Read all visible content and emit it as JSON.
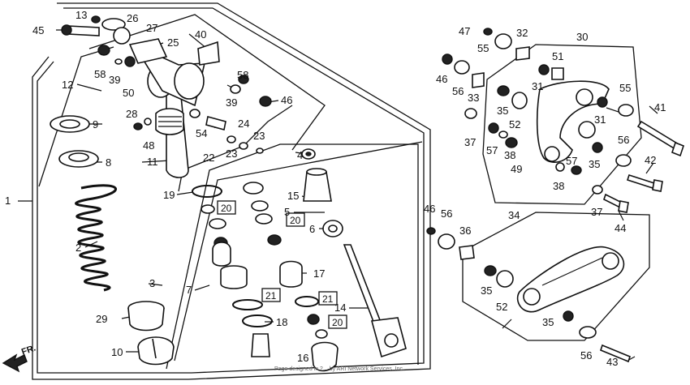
{
  "callouts": [
    {
      "id": "c1",
      "text": "1"
    },
    {
      "id": "c2",
      "text": "2"
    },
    {
      "id": "c3",
      "text": "3"
    },
    {
      "id": "c4",
      "text": "4"
    },
    {
      "id": "c5",
      "text": "5"
    },
    {
      "id": "c6",
      "text": "6"
    },
    {
      "id": "c7",
      "text": "7"
    },
    {
      "id": "c8",
      "text": "8"
    },
    {
      "id": "c9",
      "text": "9"
    },
    {
      "id": "c10",
      "text": "10"
    },
    {
      "id": "c11",
      "text": "11"
    },
    {
      "id": "c12",
      "text": "12"
    },
    {
      "id": "c13",
      "text": "13"
    },
    {
      "id": "c14",
      "text": "14"
    },
    {
      "id": "c15",
      "text": "15"
    },
    {
      "id": "c16",
      "text": "16"
    },
    {
      "id": "c17",
      "text": "17"
    },
    {
      "id": "c18",
      "text": "18"
    },
    {
      "id": "c19",
      "text": "19"
    },
    {
      "id": "c22",
      "text": "22"
    },
    {
      "id": "c23a",
      "text": "23"
    },
    {
      "id": "c23b",
      "text": "23"
    },
    {
      "id": "c24",
      "text": "24"
    },
    {
      "id": "c25",
      "text": "25"
    },
    {
      "id": "c26",
      "text": "26"
    },
    {
      "id": "c27",
      "text": "27"
    },
    {
      "id": "c28",
      "text": "28"
    },
    {
      "id": "c29",
      "text": "29"
    },
    {
      "id": "c30",
      "text": "30"
    },
    {
      "id": "c31a",
      "text": "31"
    },
    {
      "id": "c31b",
      "text": "31"
    },
    {
      "id": "c32",
      "text": "32"
    },
    {
      "id": "c33",
      "text": "33"
    },
    {
      "id": "c34",
      "text": "34"
    },
    {
      "id": "c35a",
      "text": "35"
    },
    {
      "id": "c35b",
      "text": "35"
    },
    {
      "id": "c35c",
      "text": "35"
    },
    {
      "id": "c35d",
      "text": "35"
    },
    {
      "id": "c36",
      "text": "36"
    },
    {
      "id": "c37a",
      "text": "37"
    },
    {
      "id": "c37b",
      "text": "37"
    },
    {
      "id": "c38a",
      "text": "38"
    },
    {
      "id": "c38b",
      "text": "38"
    },
    {
      "id": "c39a",
      "text": "39"
    },
    {
      "id": "c39b",
      "text": "39"
    },
    {
      "id": "c40",
      "text": "40"
    },
    {
      "id": "c41",
      "text": "41"
    },
    {
      "id": "c42",
      "text": "42"
    },
    {
      "id": "c43",
      "text": "43"
    },
    {
      "id": "c44",
      "text": "44"
    },
    {
      "id": "c45",
      "text": "45"
    },
    {
      "id": "c46a",
      "text": "46"
    },
    {
      "id": "c46b",
      "text": "46"
    },
    {
      "id": "c46c",
      "text": "46"
    },
    {
      "id": "c47",
      "text": "47"
    },
    {
      "id": "c48",
      "text": "48"
    },
    {
      "id": "c49",
      "text": "49"
    },
    {
      "id": "c50",
      "text": "50"
    },
    {
      "id": "c51",
      "text": "51"
    },
    {
      "id": "c52a",
      "text": "52"
    },
    {
      "id": "c52b",
      "text": "52"
    },
    {
      "id": "c54",
      "text": "54"
    },
    {
      "id": "c55a",
      "text": "55"
    },
    {
      "id": "c55b",
      "text": "55"
    },
    {
      "id": "c56a",
      "text": "56"
    },
    {
      "id": "c56b",
      "text": "56"
    },
    {
      "id": "c56c",
      "text": "56"
    },
    {
      "id": "c56d",
      "text": "56"
    },
    {
      "id": "c57a",
      "text": "57"
    },
    {
      "id": "c57b",
      "text": "57"
    },
    {
      "id": "c58a",
      "text": "58"
    },
    {
      "id": "c58b",
      "text": "58"
    }
  ],
  "boxed_refs": [
    {
      "id": "b20a",
      "text": "20"
    },
    {
      "id": "b20b",
      "text": "20"
    },
    {
      "id": "b20c",
      "text": "20"
    },
    {
      "id": "b21a",
      "text": "21"
    },
    {
      "id": "b21b",
      "text": "21"
    }
  ],
  "direction_label": "FR.",
  "footer_text": "Page designed in 2... by ARI Network Services, Inc.",
  "icons": [
    "front-direction-arrow-icon"
  ],
  "colors": {
    "ink": "#111111",
    "background": "#ffffff"
  }
}
